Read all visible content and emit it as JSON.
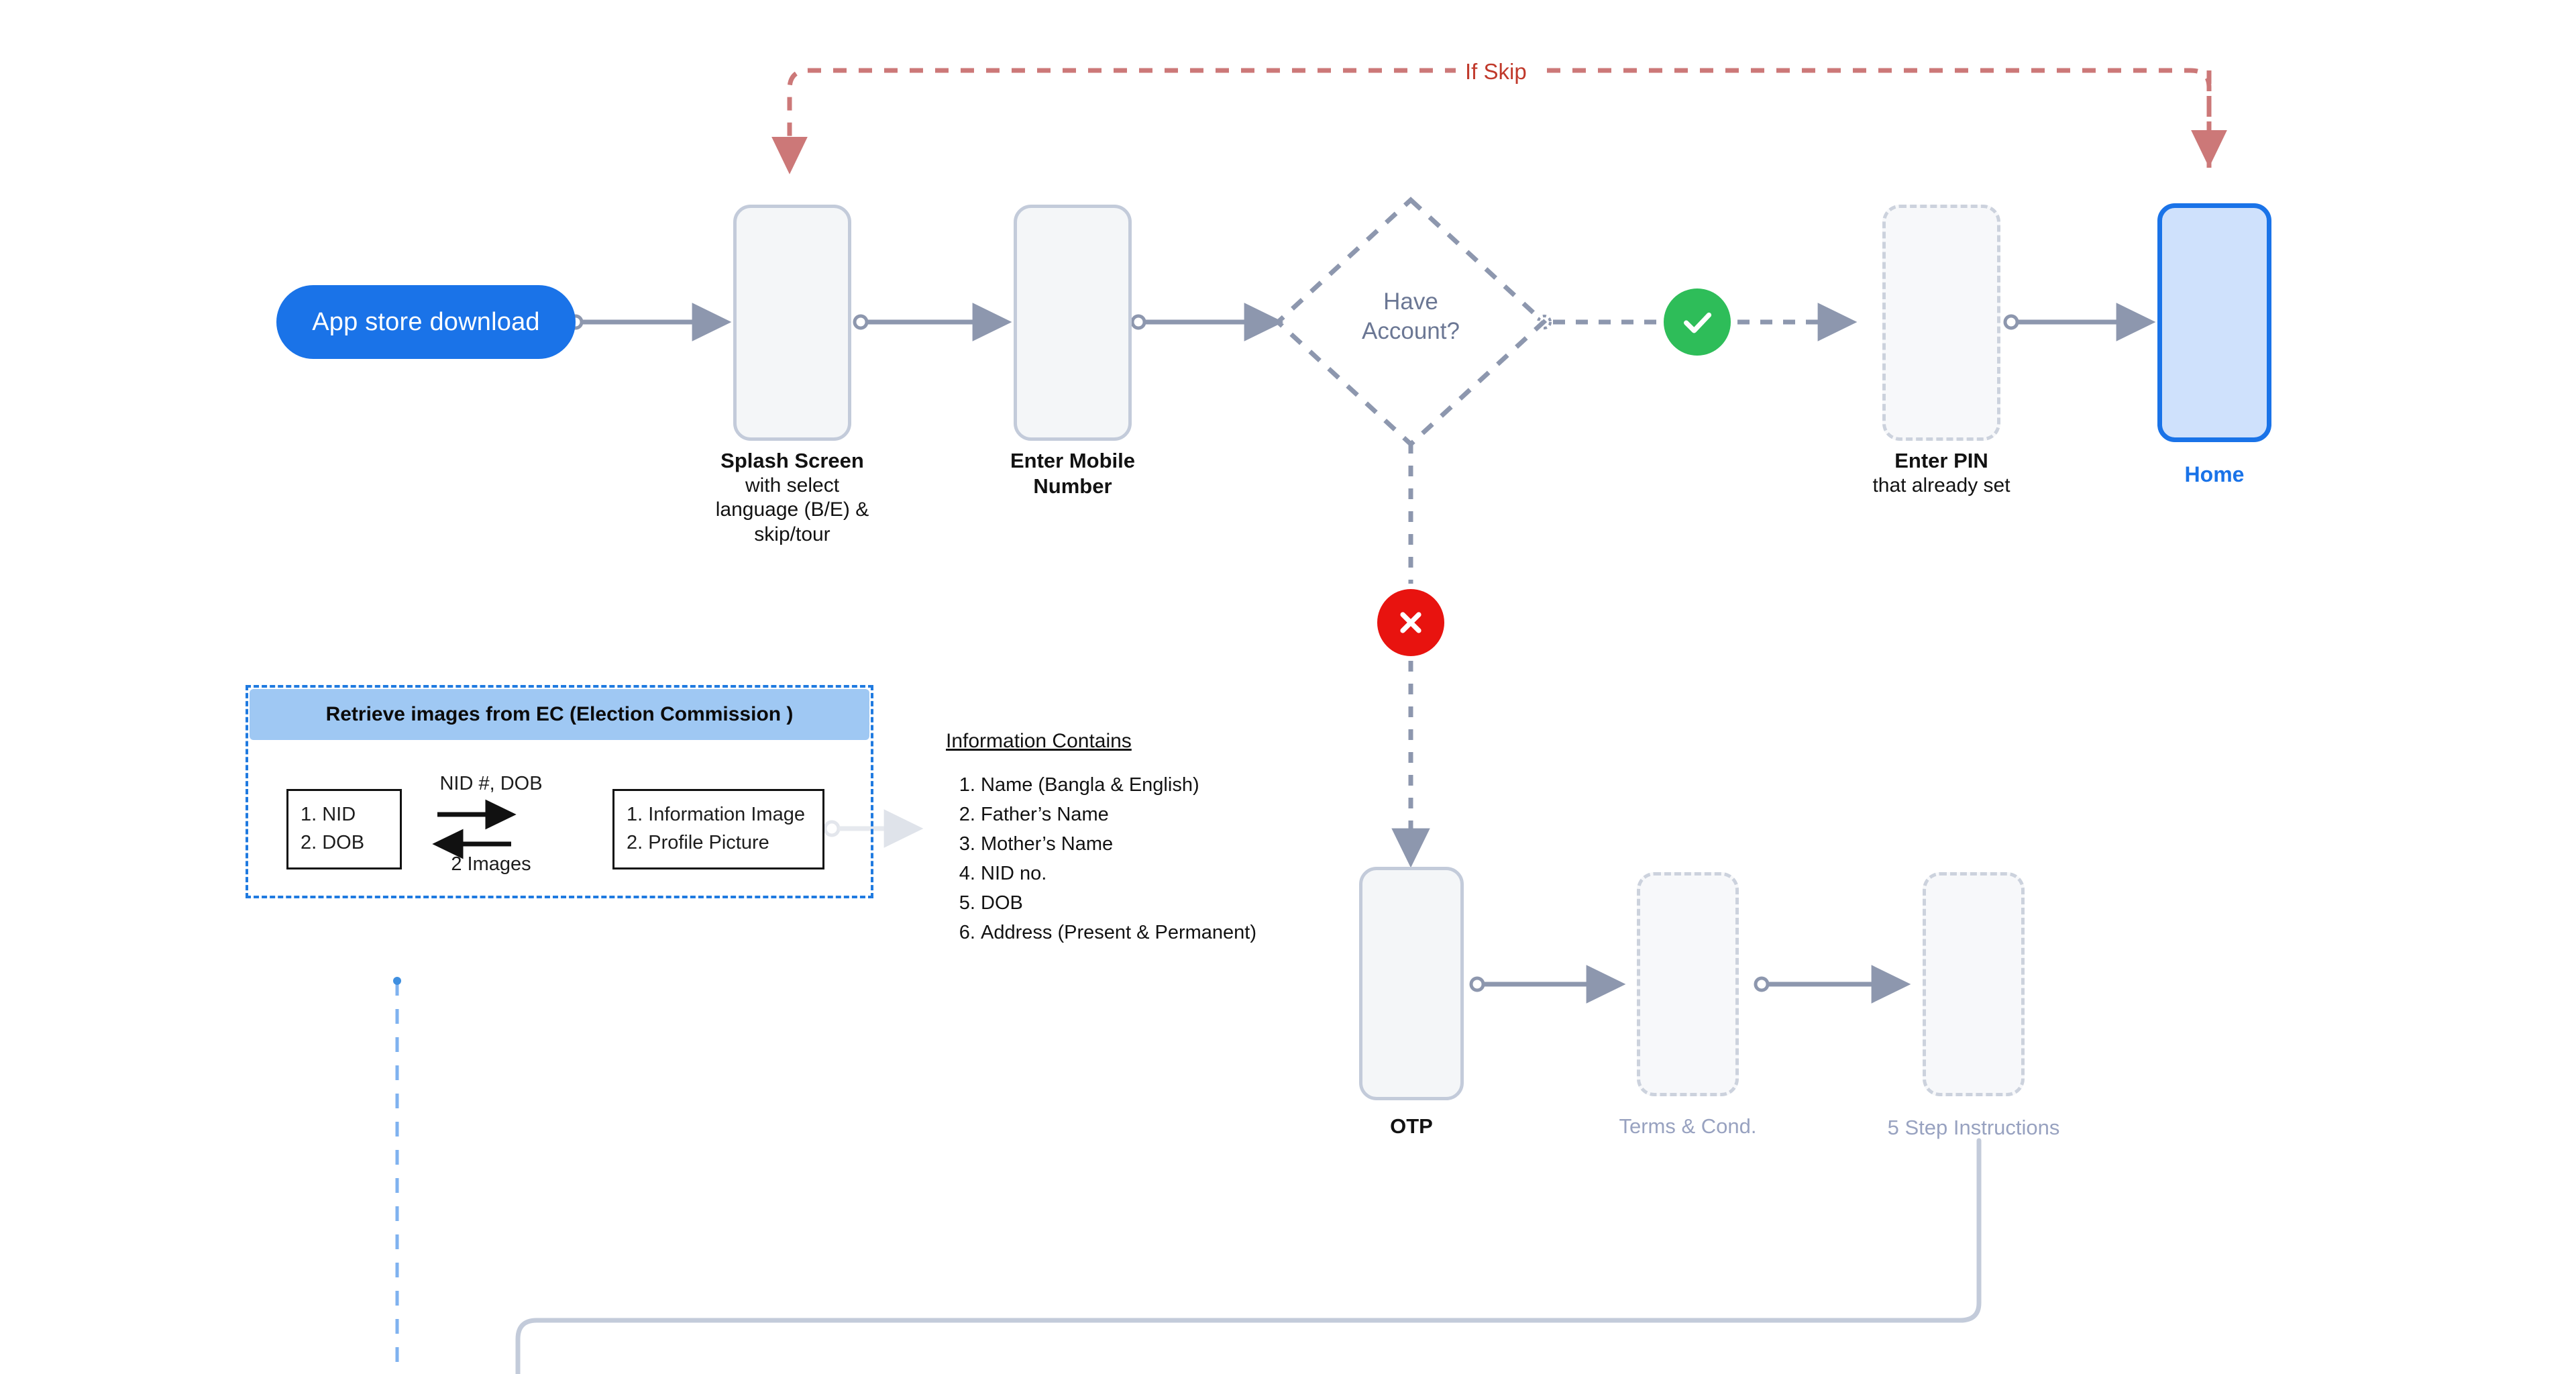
{
  "diagram": {
    "title": "Mobile App Onboarding Flow",
    "colors": {
      "accent_blue": "#1a73e8",
      "home_fill": "#cfe1fc",
      "phone_fill": "#f4f6f8",
      "phone_border": "#c3cbda",
      "connector": "#8d97ae",
      "skip_red": "#c0392b",
      "success_green": "#2ebd59",
      "error_red": "#e8130f",
      "ec_header_fill": "#9fc8f3",
      "ec_border_blue": "#1f7ae0",
      "muted_label": "#98a2c0"
    }
  },
  "start": {
    "label": "App store download"
  },
  "nodes": {
    "splash": {
      "title": "Splash Screen",
      "subtitle_lines": [
        "with select",
        "language (B/E) &",
        "skip/tour"
      ]
    },
    "mobile": {
      "title_lines": [
        "Enter Mobile",
        "Number"
      ]
    },
    "decision": {
      "label_lines": [
        "Have",
        "Account?"
      ]
    },
    "enter_pin": {
      "title": "Enter PIN",
      "subtitle": "that already set"
    },
    "home": {
      "title": "Home"
    },
    "otp": {
      "title": "OTP"
    },
    "terms": {
      "title": "Terms & Cond."
    },
    "instructions": {
      "title": "5 Step Instructions"
    }
  },
  "badges": {
    "yes": {
      "icon": "check-icon",
      "glyph": "✓"
    },
    "no": {
      "icon": "cross-icon",
      "glyph": "✕"
    }
  },
  "edges": {
    "skip_label": "If Skip"
  },
  "ec_group": {
    "header": "Retrieve images from EC (Election Commission )",
    "request_box": {
      "items": [
        "1. NID",
        "2. DOB"
      ]
    },
    "response_box": {
      "items": [
        "1. Information Image",
        "2. Profile Picture"
      ]
    },
    "arrow_out_label": "NID #, DOB",
    "arrow_in_label": "2 Images"
  },
  "information": {
    "title": "Information Contains",
    "items": [
      "Name (Bangla & English)",
      "Father’s Name",
      "Mother’s Name",
      "NID no.",
      "DOB",
      "Address (Present & Permanent)"
    ]
  }
}
